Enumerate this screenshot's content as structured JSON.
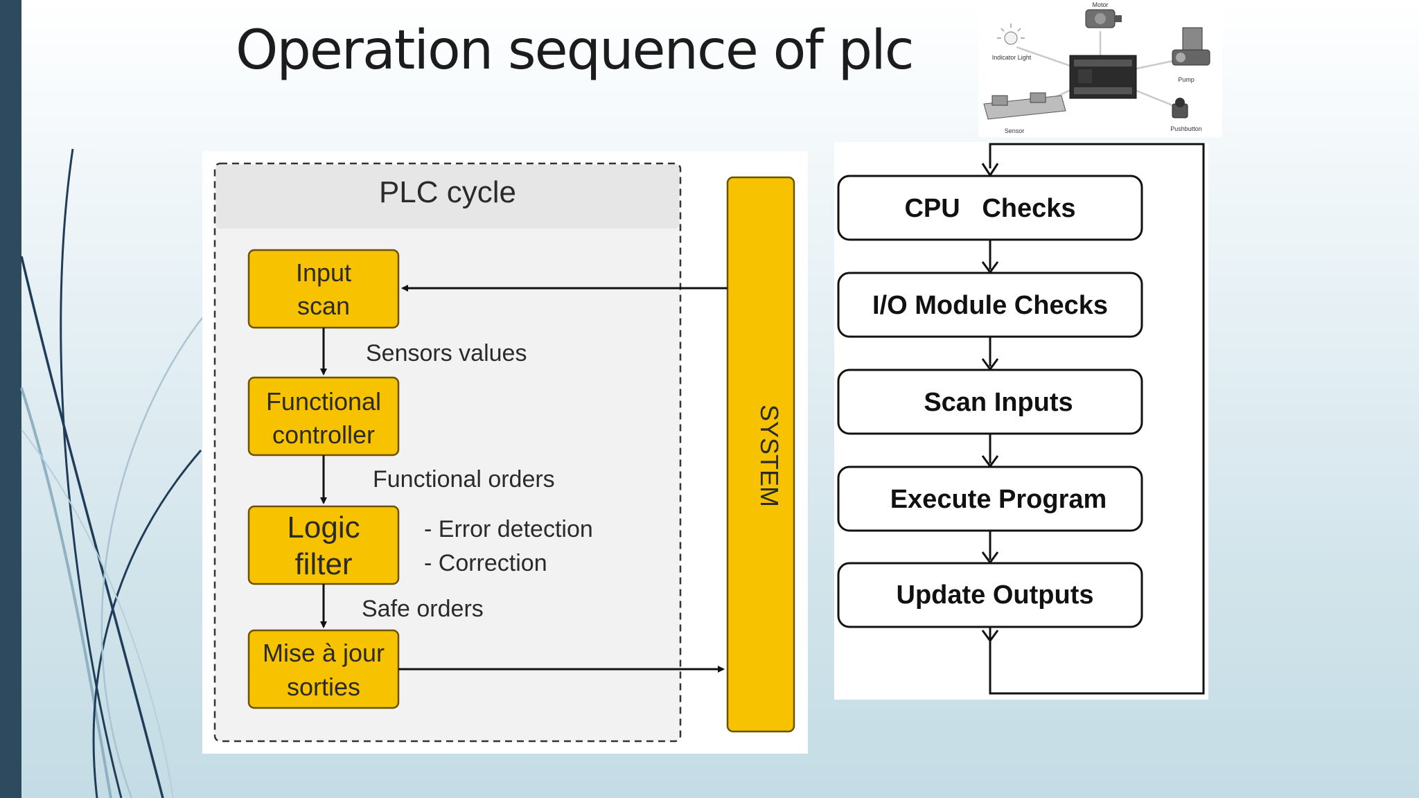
{
  "slide": {
    "title": "Operation sequence of plc"
  },
  "plc_cycle": {
    "title": "PLC cycle",
    "blocks": [
      {
        "line1": "Input",
        "line2": "scan"
      },
      {
        "line1": "Functional",
        "line2": "controller"
      },
      {
        "line1": "Logic",
        "line2": "filter"
      },
      {
        "line1": "Mise à jour",
        "line2": "sorties"
      }
    ],
    "labels": {
      "sensors": "Sensors values",
      "functional_orders": "Functional orders",
      "error_detection": "- Error detection",
      "correction": "- Correction",
      "safe_orders": "Safe orders"
    },
    "system_label": "SYSTEM",
    "block_color": "#f7c200"
  },
  "scan_flow": {
    "steps": [
      "CPU   Checks",
      "I/O Module Checks",
      "Scan Inputs",
      "Execute Program",
      "Update Outputs"
    ]
  },
  "hardware": {
    "labels": {
      "motor": "Motor",
      "indicator_light": "Indicator Light",
      "pump": "Pump",
      "sensor": "Sensor",
      "pushbutton": "Pushbutton"
    }
  },
  "theme": {
    "left_bar": "#2e4a5e",
    "accent_line": "#1f3d58"
  }
}
